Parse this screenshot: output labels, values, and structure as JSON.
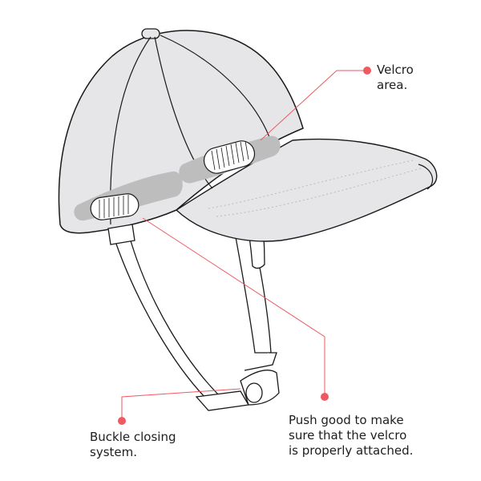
{
  "figure": {
    "subject": "Baseball cap with chin strap and velcro attachment",
    "colors": {
      "background": "#ffffff",
      "cap_fill": "#e6e6e9",
      "velcro_area": "#bdbdbd",
      "outline": "#1a1a1a",
      "callout": "#ee5a62"
    }
  },
  "callouts": {
    "velcro": {
      "lines": [
        "Velcro",
        "area."
      ]
    },
    "push": {
      "lines": [
        "Push good to make",
        "sure that the velcro",
        "is properly attached."
      ]
    },
    "buckle": {
      "lines": [
        "Buckle closing",
        "system."
      ]
    }
  }
}
